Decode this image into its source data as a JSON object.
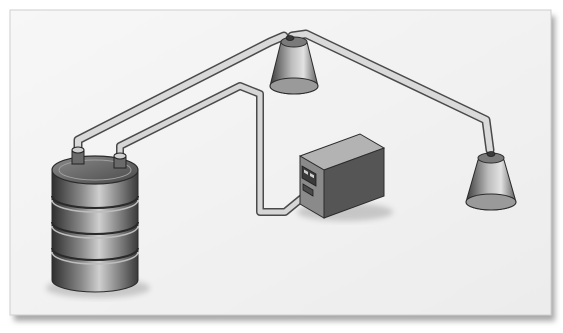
{
  "scene": {
    "components": [
      "drum",
      "pump",
      "funnel-left",
      "funnel-right",
      "tubing"
    ],
    "colors": {
      "background": "#ffffff",
      "panel": "#f3f3f3",
      "panel_edge": "#cfcfcf",
      "shadow": "#9a9a9a",
      "drum_dark": "#3a3a3a",
      "drum_mid": "#7a7a7a",
      "drum_light": "#c9c9c9",
      "pipe_fill": "#d4d4d4",
      "pipe_edge": "#4a4a4a",
      "box_front": "#8a8a8a",
      "box_side": "#5d5d5d",
      "box_top": "#b3b3b3",
      "funnel_dark": "#505050",
      "funnel_light": "#d8d8d8",
      "outline": "#2b2b2b"
    }
  }
}
